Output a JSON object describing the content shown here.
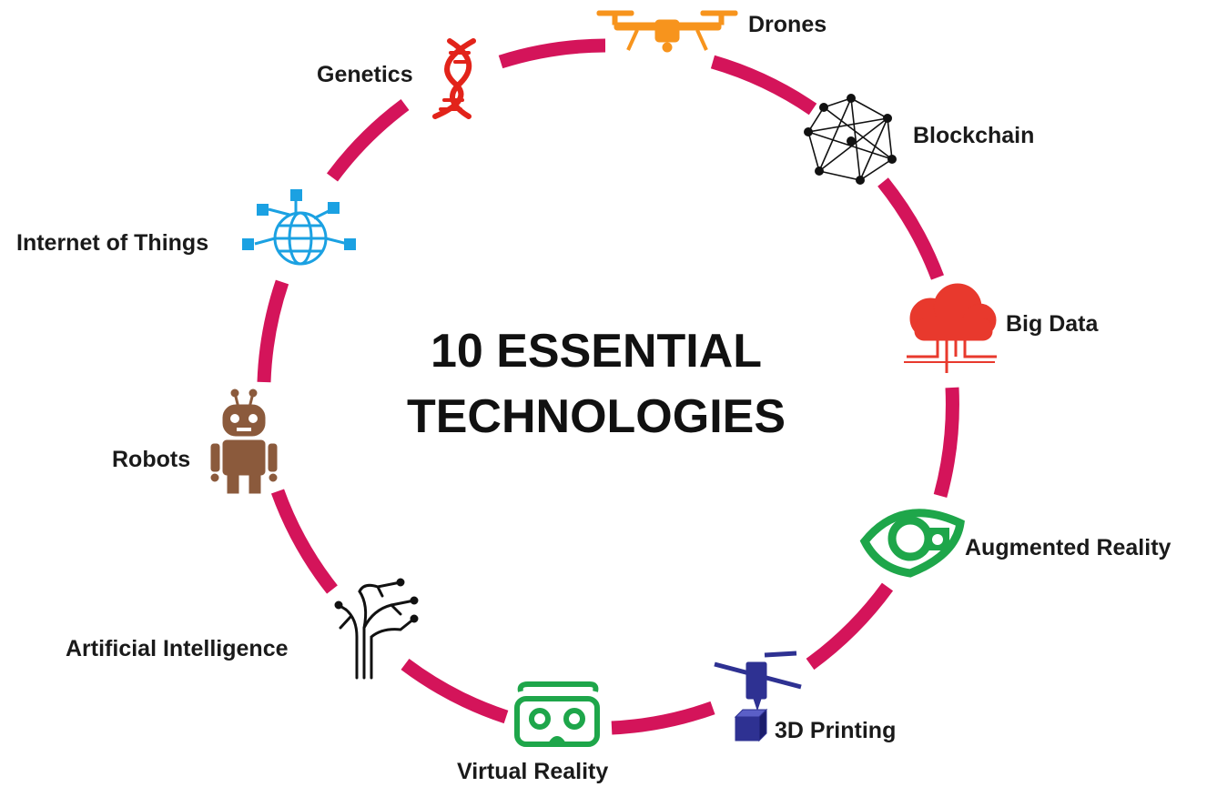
{
  "title": {
    "line1": "10 ESSENTIAL",
    "line2": "TECHNOLOGIES"
  },
  "technologies": [
    {
      "label": "Drones",
      "icon": "drone-icon",
      "color": "#f7941d"
    },
    {
      "label": "Blockchain",
      "icon": "blockchain-icon",
      "color": "#111111"
    },
    {
      "label": "Big Data",
      "icon": "cloud-data-icon",
      "color": "#e8392d"
    },
    {
      "label": "Augmented Reality",
      "icon": "ar-eye-icon",
      "color": "#1ea64a"
    },
    {
      "label": "3D Printing",
      "icon": "3d-printer-icon",
      "color": "#2e3192"
    },
    {
      "label": "Virtual Reality",
      "icon": "vr-headset-icon",
      "color": "#1ea64a"
    },
    {
      "label": "Artificial Intelligence",
      "icon": "ai-brain-tree-icon",
      "color": "#111111"
    },
    {
      "label": "Robots",
      "icon": "robot-icon",
      "color": "#8b5a3c"
    },
    {
      "label": "Internet of Things",
      "icon": "iot-globe-icon",
      "color": "#1ba1e2"
    },
    {
      "label": "Genetics",
      "icon": "dna-icon",
      "color": "#e2231a"
    }
  ],
  "ring_color": "#d4145a"
}
